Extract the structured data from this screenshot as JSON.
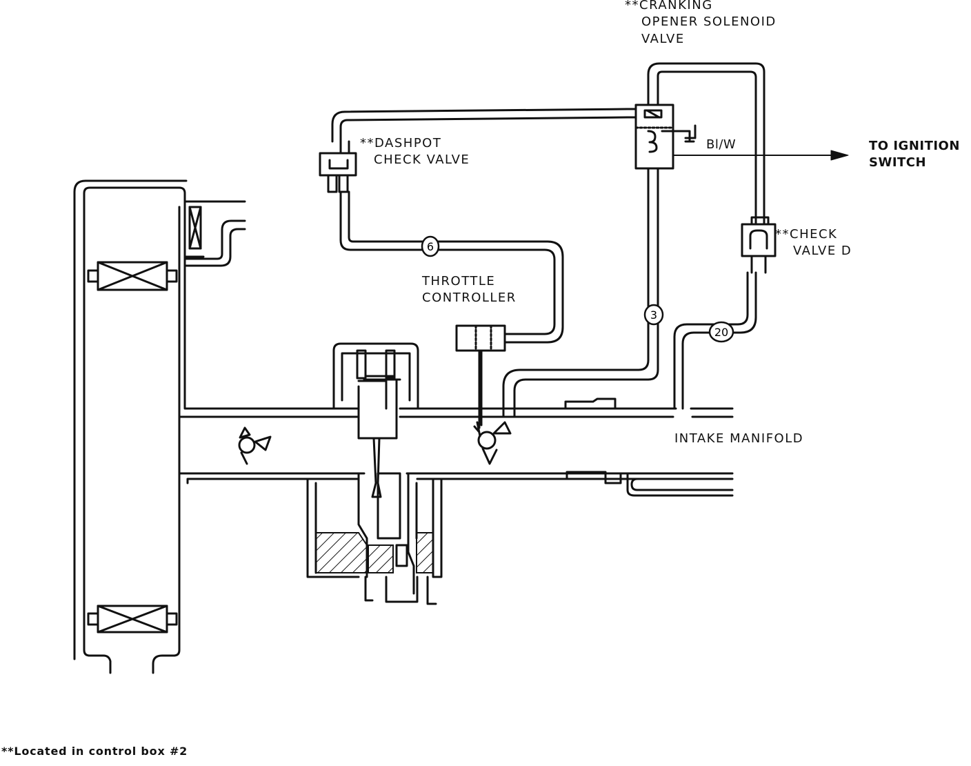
{
  "labels": {
    "cranking_valve": [
      "**CRANKING",
      "OPENER SOLENOID",
      "VALVE"
    ],
    "dashpot_check_valve": [
      "**DASHPOT",
      "CHECK VALVE"
    ],
    "throttle_controller": [
      "THROTTLE",
      "CONTROLLER"
    ],
    "check_valve_d": [
      "**CHECK",
      "VALVE D"
    ],
    "to_ignition_switch": [
      "TO IGNITION",
      "SWITCH"
    ],
    "wire_code": "Bl/W",
    "intake_manifold": "INTAKE MANIFOLD",
    "footnote": "**Located in control box #2"
  },
  "hose_numbers": [
    "6",
    "3",
    "20"
  ],
  "colors": {
    "line": "#111111",
    "background": "#ffffff"
  }
}
